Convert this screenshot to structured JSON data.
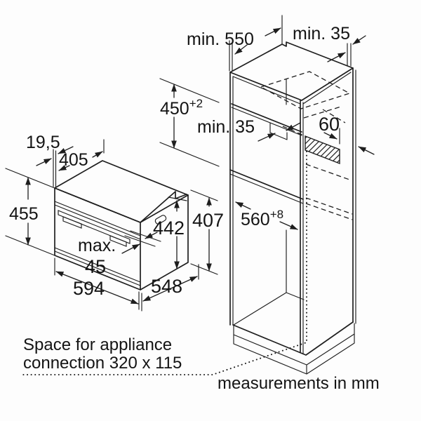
{
  "drawing_title": "built-in oven installation drawing",
  "units": "mm",
  "oven": {
    "door_thickness": "19,5",
    "body_depth": "405",
    "height": "455",
    "door_height": "442",
    "casing_height": "407",
    "handle_protrusion_label": "max.",
    "handle_protrusion_value": "45",
    "width": "594",
    "depth": "548"
  },
  "cabinet": {
    "niche_depth": "min. 550",
    "rear_wall_clearance": "min. 35",
    "niche_height": "450",
    "niche_height_tolerance": "+2",
    "vent_clearance": "min. 35",
    "vent_strip_width": "60",
    "niche_width": "560",
    "niche_width_tolerance": "+8"
  },
  "notes": {
    "connection_line1": "Space for appliance",
    "connection_line2": "connection 320 x 115",
    "units_note": "measurements in mm"
  },
  "colors": {
    "line": "#1e1e1e",
    "text": "#141414",
    "background": "#fdfdfd"
  }
}
